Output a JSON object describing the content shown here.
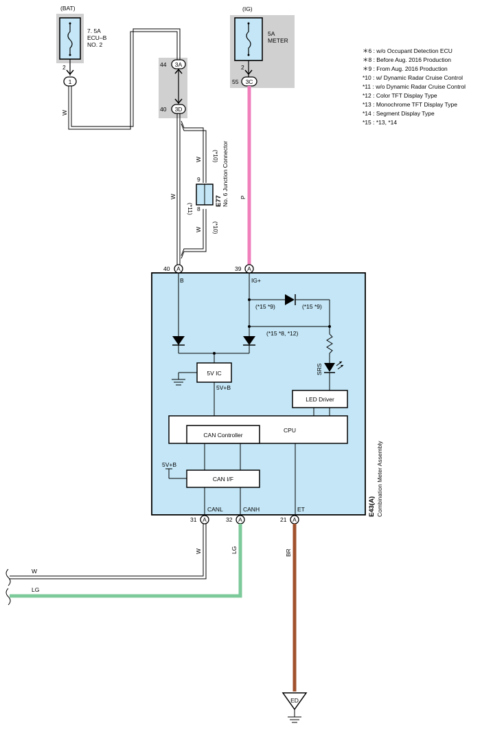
{
  "fuses": {
    "bat": {
      "supply": "(BAT)",
      "rating": "7. 5A",
      "name1": "ECU–B",
      "name2": "NO. 2",
      "pin": "2",
      "connector": "1"
    },
    "ig": {
      "supply": "(IG)",
      "rating": "5A",
      "name1": "METER",
      "pin": "2",
      "connector": "3C",
      "connector_pin": "55"
    }
  },
  "junction_block": {
    "top_pin": "44",
    "top_conn": "3A",
    "bottom_pin": "40",
    "bottom_conn": "3D"
  },
  "junction_connector": {
    "id": "E77",
    "name": "No. 6 Junction Connector",
    "pin_top": "9",
    "pin_bottom": "8"
  },
  "wires": {
    "w_bat": "W",
    "w_main": "W",
    "w_jc_top": "W",
    "w_jc_bottom": "W",
    "p": "P",
    "note_11": "(*11)",
    "note_10a": "(*10)",
    "note_10b": "(*10)",
    "canl": "W",
    "canh": "LG",
    "et": "BR",
    "left_w": "W",
    "left_lg": "LG"
  },
  "meter": {
    "id": "E43(A)",
    "name": "Combination Meter Assembly",
    "pin_b_num": "40",
    "pin_b_conn": "A",
    "pin_b_label": "B",
    "pin_ig_num": "39",
    "pin_ig_conn": "A",
    "pin_ig_label": "IG+",
    "pin_canl_num": "31",
    "pin_canl_conn": "A",
    "pin_canl_label": "CANL",
    "pin_canh_num": "32",
    "pin_canh_conn": "A",
    "pin_canh_label": "CANH",
    "pin_et_num": "21",
    "pin_et_conn": "A",
    "pin_et_label": "ET",
    "note_15_9a": "(*15 *9)",
    "note_15_9b": "(*15 *9)",
    "note_15_8_12": "(*15 *8, *12)",
    "srs": "SRS",
    "ic_5v": "5V IC",
    "v5b_1": "5V+B",
    "v5b_2": "5V+B",
    "led_driver": "LED Driver",
    "cpu": "CPU",
    "can_controller": "CAN Controller",
    "can_if": "CAN I/F"
  },
  "ground": {
    "id": "ED"
  },
  "legend": [
    "＊6 : w/o Occupant Detection ECU",
    "＊8 : Before Aug.  2016 Production",
    "＊9 : From Aug.  2016 Production",
    "*10 : w/ Dynamic Radar Cruise Control",
    "*11 : w/o Dynamic Radar Cruise Control",
    "*12 : Color TFT Display Type",
    "*13 : Monochrome TFT Display Type",
    "*14 : Segment Display Type",
    "*15 : *13,  *14"
  ],
  "colors": {
    "pink": "#f080bc",
    "green": "#7cc99a",
    "brown": "#a0522d",
    "blue_fill": "#c4e6f6",
    "gray_fill": "#d0d0d0"
  }
}
